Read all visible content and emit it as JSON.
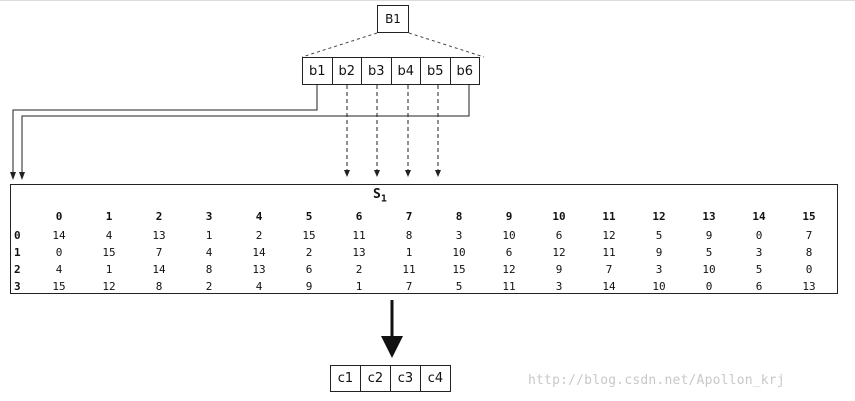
{
  "input_block": "B1",
  "bits": [
    "b1",
    "b2",
    "b3",
    "b4",
    "b5",
    "b6"
  ],
  "sbox": {
    "title": "S",
    "subscript": "1",
    "columns": [
      "0",
      "1",
      "2",
      "3",
      "4",
      "5",
      "6",
      "7",
      "8",
      "9",
      "10",
      "11",
      "12",
      "13",
      "14",
      "15"
    ],
    "rows": [
      {
        "label": "0",
        "values": [
          "14",
          "4",
          "13",
          "1",
          "2",
          "15",
          "11",
          "8",
          "3",
          "10",
          "6",
          "12",
          "5",
          "9",
          "0",
          "7"
        ]
      },
      {
        "label": "1",
        "values": [
          "0",
          "15",
          "7",
          "4",
          "14",
          "2",
          "13",
          "1",
          "10",
          "6",
          "12",
          "11",
          "9",
          "5",
          "3",
          "8"
        ]
      },
      {
        "label": "2",
        "values": [
          "4",
          "1",
          "14",
          "8",
          "13",
          "6",
          "2",
          "11",
          "15",
          "12",
          "9",
          "7",
          "3",
          "10",
          "5",
          "0"
        ]
      },
      {
        "label": "3",
        "values": [
          "15",
          "12",
          "8",
          "2",
          "4",
          "9",
          "1",
          "7",
          "5",
          "11",
          "3",
          "14",
          "10",
          "0",
          "6",
          "13"
        ]
      }
    ]
  },
  "outputs": [
    "c1",
    "c2",
    "c3",
    "c4"
  ],
  "watermark": "http://blog.csdn.net/Apollon_krj"
}
